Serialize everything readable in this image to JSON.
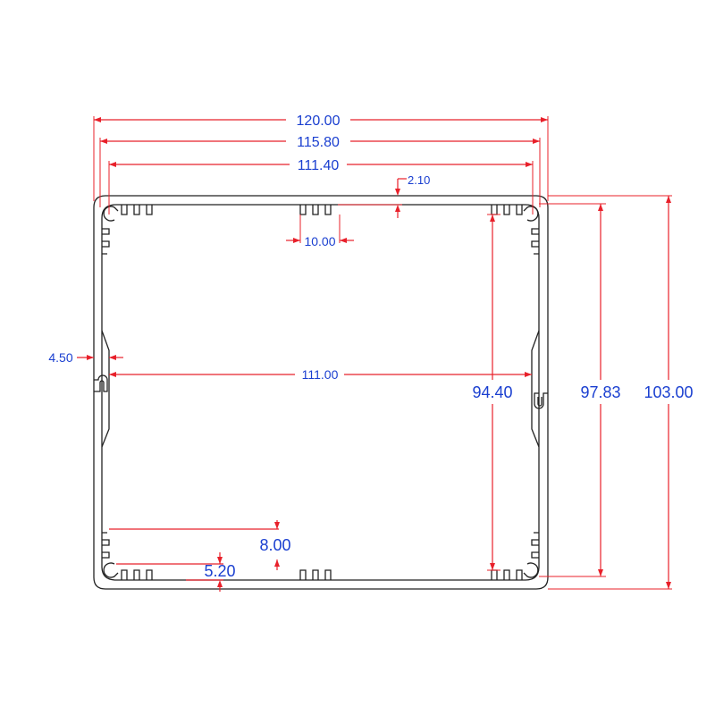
{
  "colors": {
    "outline": "#222222",
    "dimension_line": "#e8202a",
    "dimension_text": "#1a3fd0",
    "background": "#ffffff"
  },
  "dimensions": {
    "overall_width": "120.00",
    "outer_wall_width": "115.80",
    "inner_top_width": "111.40",
    "top_groove_depth": "2.10",
    "groove_pitch": "10.00",
    "side_offset": "4.50",
    "inner_width": "111.00",
    "inner_height": "94.40",
    "middle_height": "97.83",
    "overall_height": "103.00",
    "rail_height": "8.00",
    "slot_height": "5.20"
  }
}
